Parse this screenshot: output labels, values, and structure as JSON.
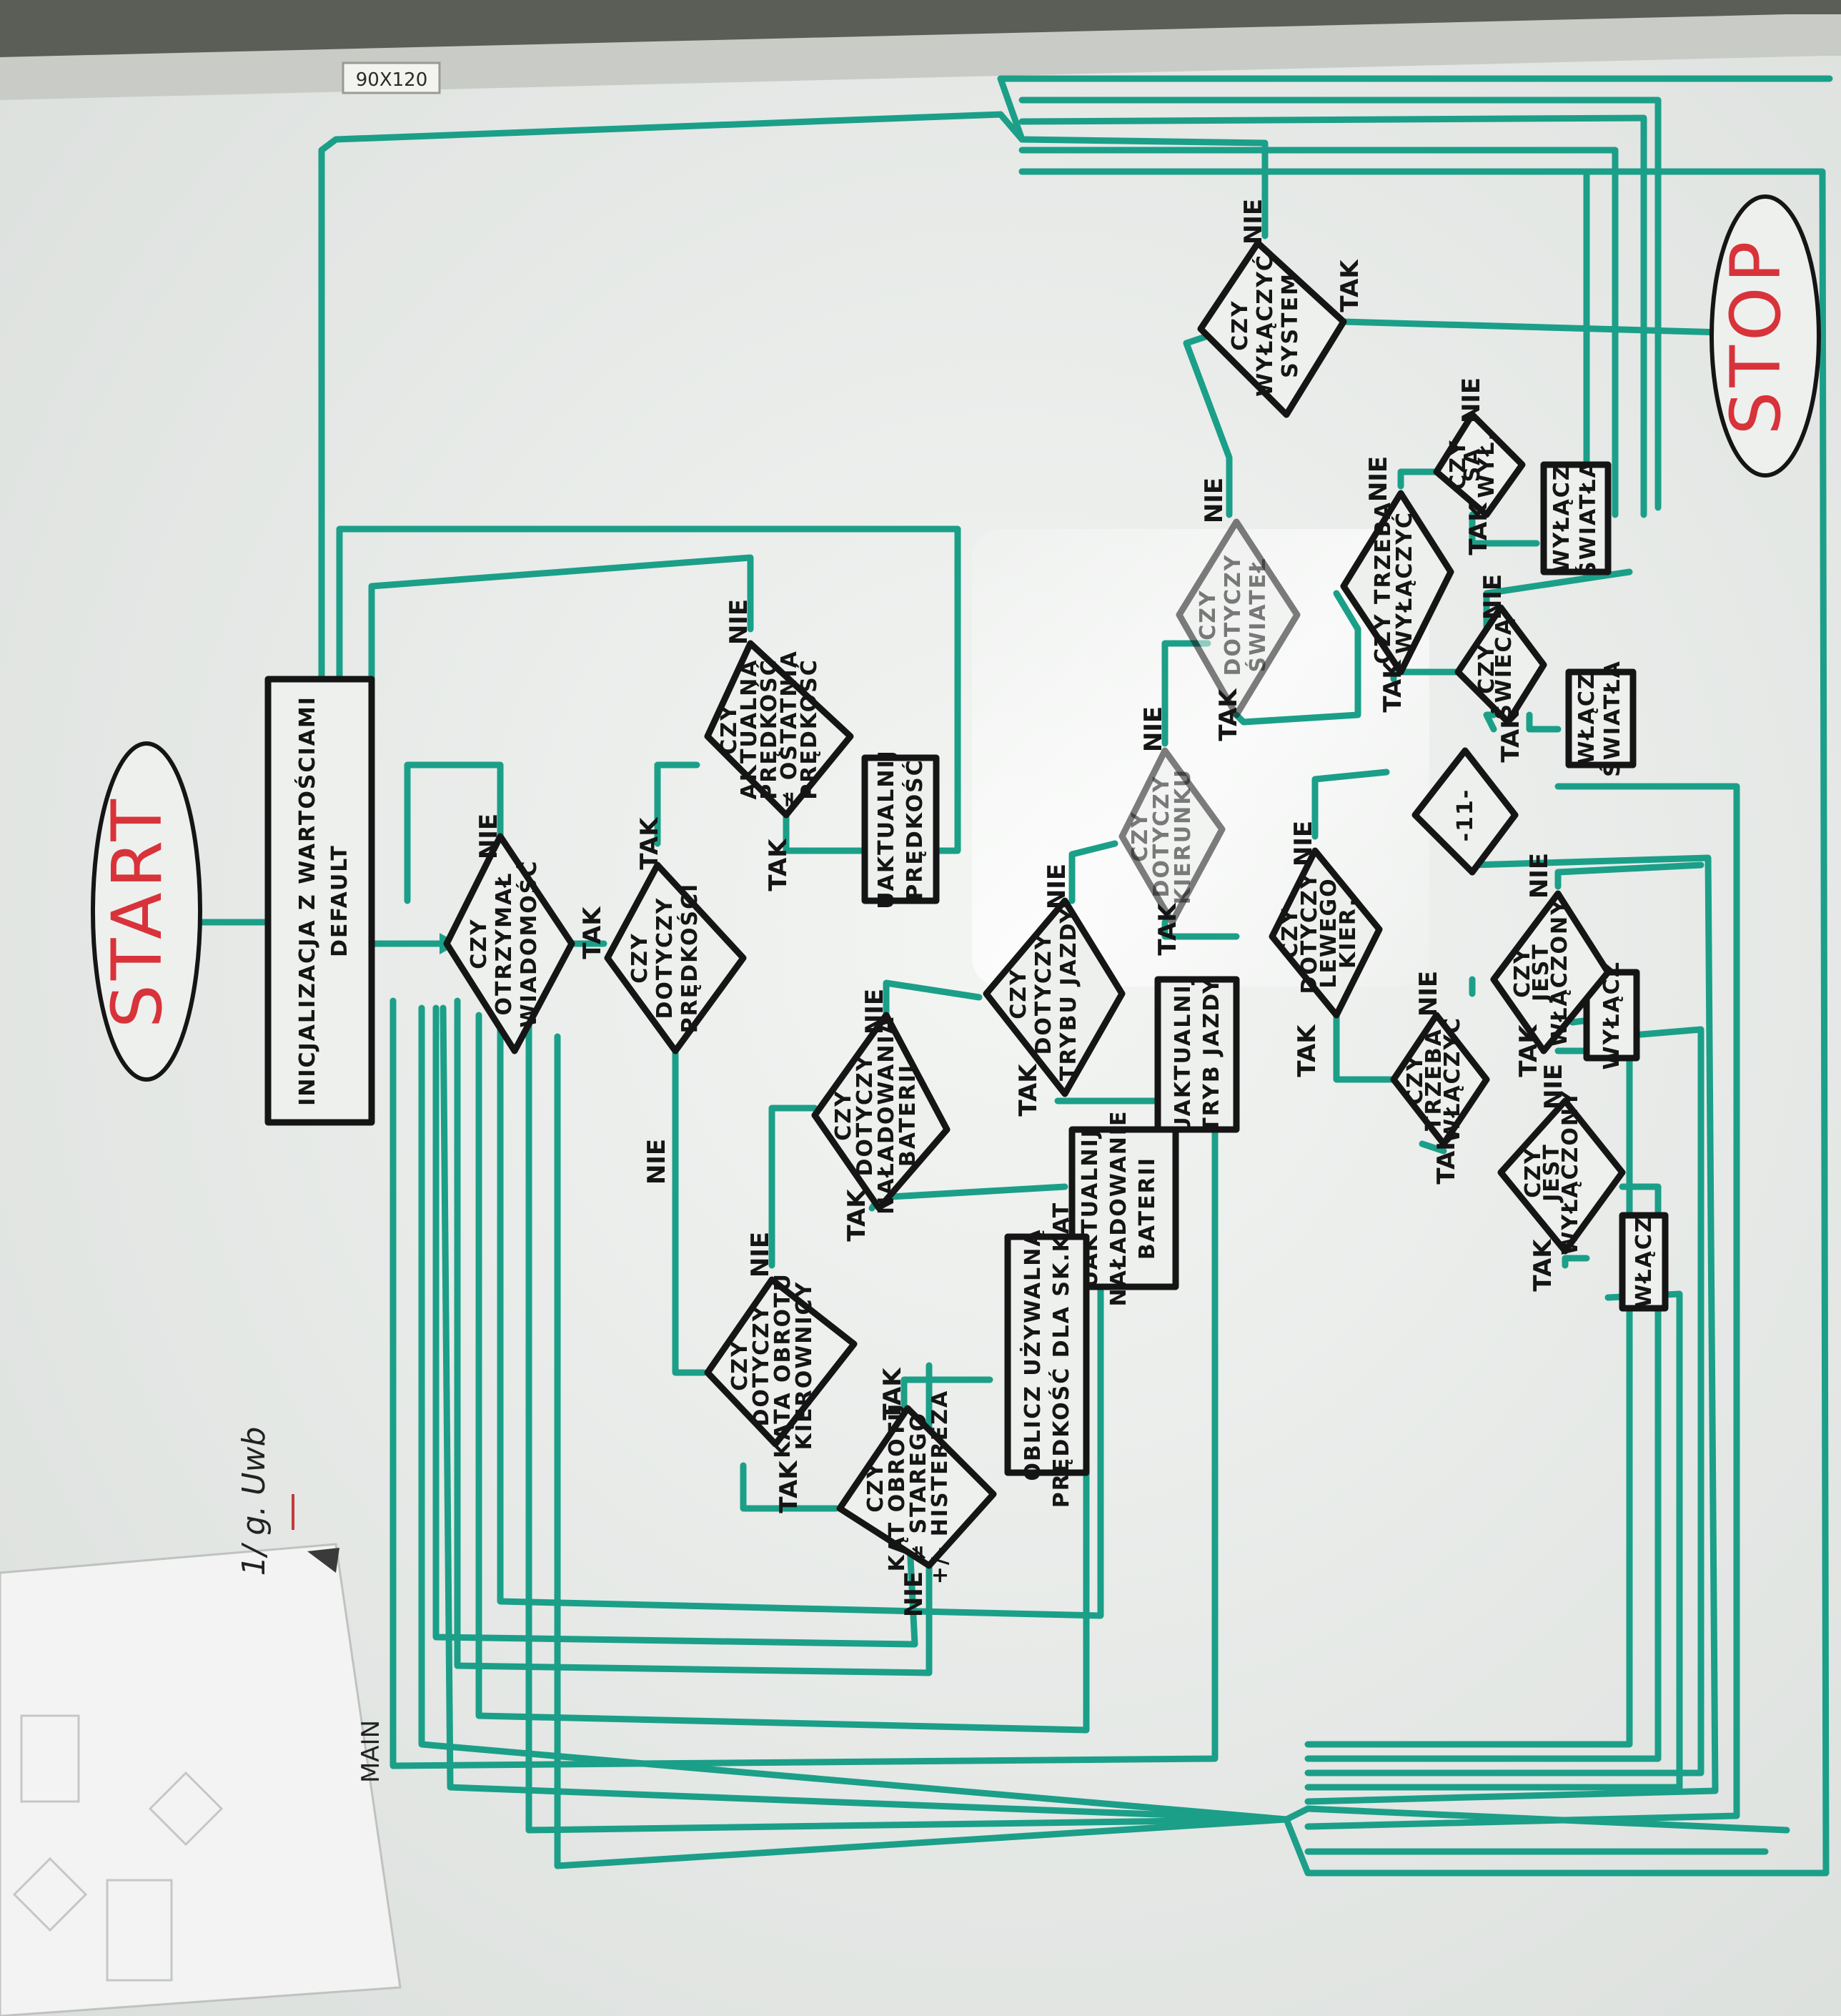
{
  "board": {
    "size_label": "90X120"
  },
  "terminals": {
    "start": "START",
    "stop": "STOP"
  },
  "process_nodes": [
    {
      "id": "init",
      "text": [
        "INICJALIZACJA Z WARTOŚCIAMI",
        "DEFAULT"
      ]
    },
    {
      "id": "upd-speed",
      "text": [
        "UAKTUALNIJ",
        "PRĘDKOŚĆ"
      ]
    },
    {
      "id": "upd-battery",
      "text": [
        "UAKTUALNIJ",
        "NAŁADOWANIE",
        "BATERII"
      ]
    },
    {
      "id": "upd-mode",
      "text": [
        "UAKTUALNIJ",
        "TRYB JAZDY"
      ]
    },
    {
      "id": "speed-calc",
      "text": [
        "OBLICZ UŻYWALNĄ",
        "PRĘDKOŚĆ DLA SK.KĄT"
      ]
    },
    {
      "id": "lights-on",
      "text": [
        "WŁĄCZ",
        "ŚWIATŁA"
      ]
    },
    {
      "id": "lights-off",
      "text": [
        "WYŁĄCZ",
        "ŚWIATŁA"
      ]
    },
    {
      "id": "turn-off",
      "text": [
        "WYŁĄCZ"
      ]
    },
    {
      "id": "turn-on",
      "text": [
        "WŁĄCZ"
      ]
    }
  ],
  "decision_nodes": [
    {
      "id": "msg",
      "text": [
        "CZY",
        "OTRZYMAŁ",
        "WIADOMOŚĆ"
      ]
    },
    {
      "id": "is-speed",
      "text": [
        "CZY",
        "DOTYCZY",
        "PRĘDKOŚCI"
      ]
    },
    {
      "id": "speed-diff",
      "text": [
        "CZY",
        "AKTUALNA",
        "PRĘDKOŚĆ",
        "≠ OSTATNIA",
        "PRĘDKOŚĆ"
      ]
    },
    {
      "id": "is-battery",
      "text": [
        "CZY",
        "DOTYCZY",
        "NAŁADOWANIA",
        "BATERII"
      ]
    },
    {
      "id": "is-angle",
      "text": [
        "CZY",
        "DOTYCZY",
        "KĄTA OBROTU",
        "KIEROWNICY"
      ]
    },
    {
      "id": "angle-diff",
      "text": [
        "CZY",
        "KĄT OBROTU",
        "≠ STAREGO",
        "+/- HISTEREZA"
      ]
    },
    {
      "id": "is-mode",
      "text": [
        "CZY",
        "DOTYCZY",
        "TRYBU JAZDY"
      ]
    },
    {
      "id": "is-indicator",
      "text": [
        "CZY",
        "DOTYCZY",
        "KIERUNKU"
      ]
    },
    {
      "id": "is-lights",
      "text": [
        "CZY",
        "DOTYCZY",
        "ŚWIATEŁ"
      ]
    },
    {
      "id": "is-shutdown",
      "text": [
        "CZY",
        "WYŁĄCZYĆ",
        "SYSTEM"
      ]
    },
    {
      "id": "is-left",
      "text": [
        "CZY",
        "DOTYCZY",
        "LEWEGO",
        "KIER."
      ]
    },
    {
      "id": "need-on",
      "text": [
        "CZY",
        "TRZEBA",
        "WŁĄCZYĆ"
      ]
    },
    {
      "id": "is-on",
      "text": [
        "CZY",
        "JEST",
        "WŁĄCZONY"
      ]
    },
    {
      "id": "is-on2",
      "text": [
        "CZY",
        "JEST",
        "WYŁĄCZONY"
      ]
    },
    {
      "id": "need-off",
      "text": [
        "CZY TRZEBA",
        "WYŁĄCZYĆ"
      ]
    },
    {
      "id": "are-on",
      "text": [
        "CZY",
        "ŚWIECĄ"
      ]
    },
    {
      "id": "are-off",
      "text": [
        "CZY",
        "SĄ",
        "WYŁ."
      ]
    },
    {
      "id": "same",
      "text": [
        "-11-"
      ]
    }
  ],
  "labels": {
    "yes": "TAK",
    "no": "NIE"
  },
  "side_paper": {
    "label": "MAIN"
  },
  "margin_notes": [
    "1/ g. Uwb"
  ],
  "colors": {
    "frame": "#c9cbc6",
    "board": "#e9ecea",
    "marker_green": "#1b9f88",
    "marker_black": "#151515",
    "marker_red": "#d8333a"
  }
}
